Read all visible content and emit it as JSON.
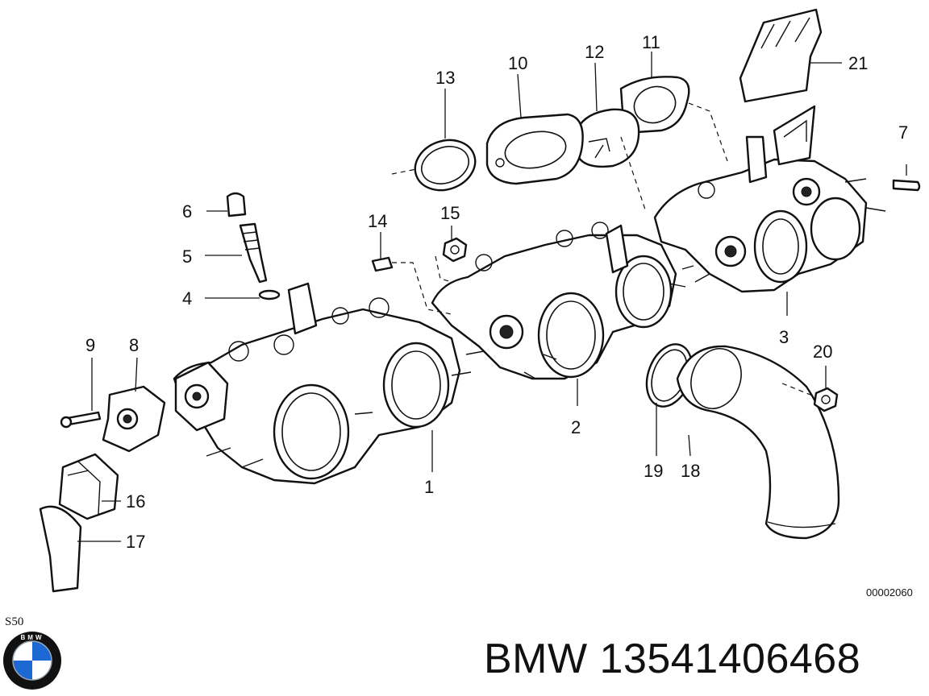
{
  "callouts": {
    "c1": "1",
    "c2": "2",
    "c3": "3",
    "c4": "4",
    "c5": "5",
    "c6": "6",
    "c7": "7",
    "c8": "8",
    "c9": "9",
    "c10": "10",
    "c11": "11",
    "c12": "12",
    "c13": "13",
    "c14": "14",
    "c15": "15",
    "c16": "16",
    "c17": "17",
    "c18": "18",
    "c19": "19",
    "c20": "20",
    "c21": "21"
  },
  "drawing_number": "00002060",
  "model": "S50",
  "part_number": "BMW 13541406468",
  "logo": {
    "icon": "bmw-roundel-icon",
    "text": "BMW",
    "colors": {
      "blue": "#1c69d4",
      "dark": "#111111",
      "white": "#ffffff"
    }
  }
}
